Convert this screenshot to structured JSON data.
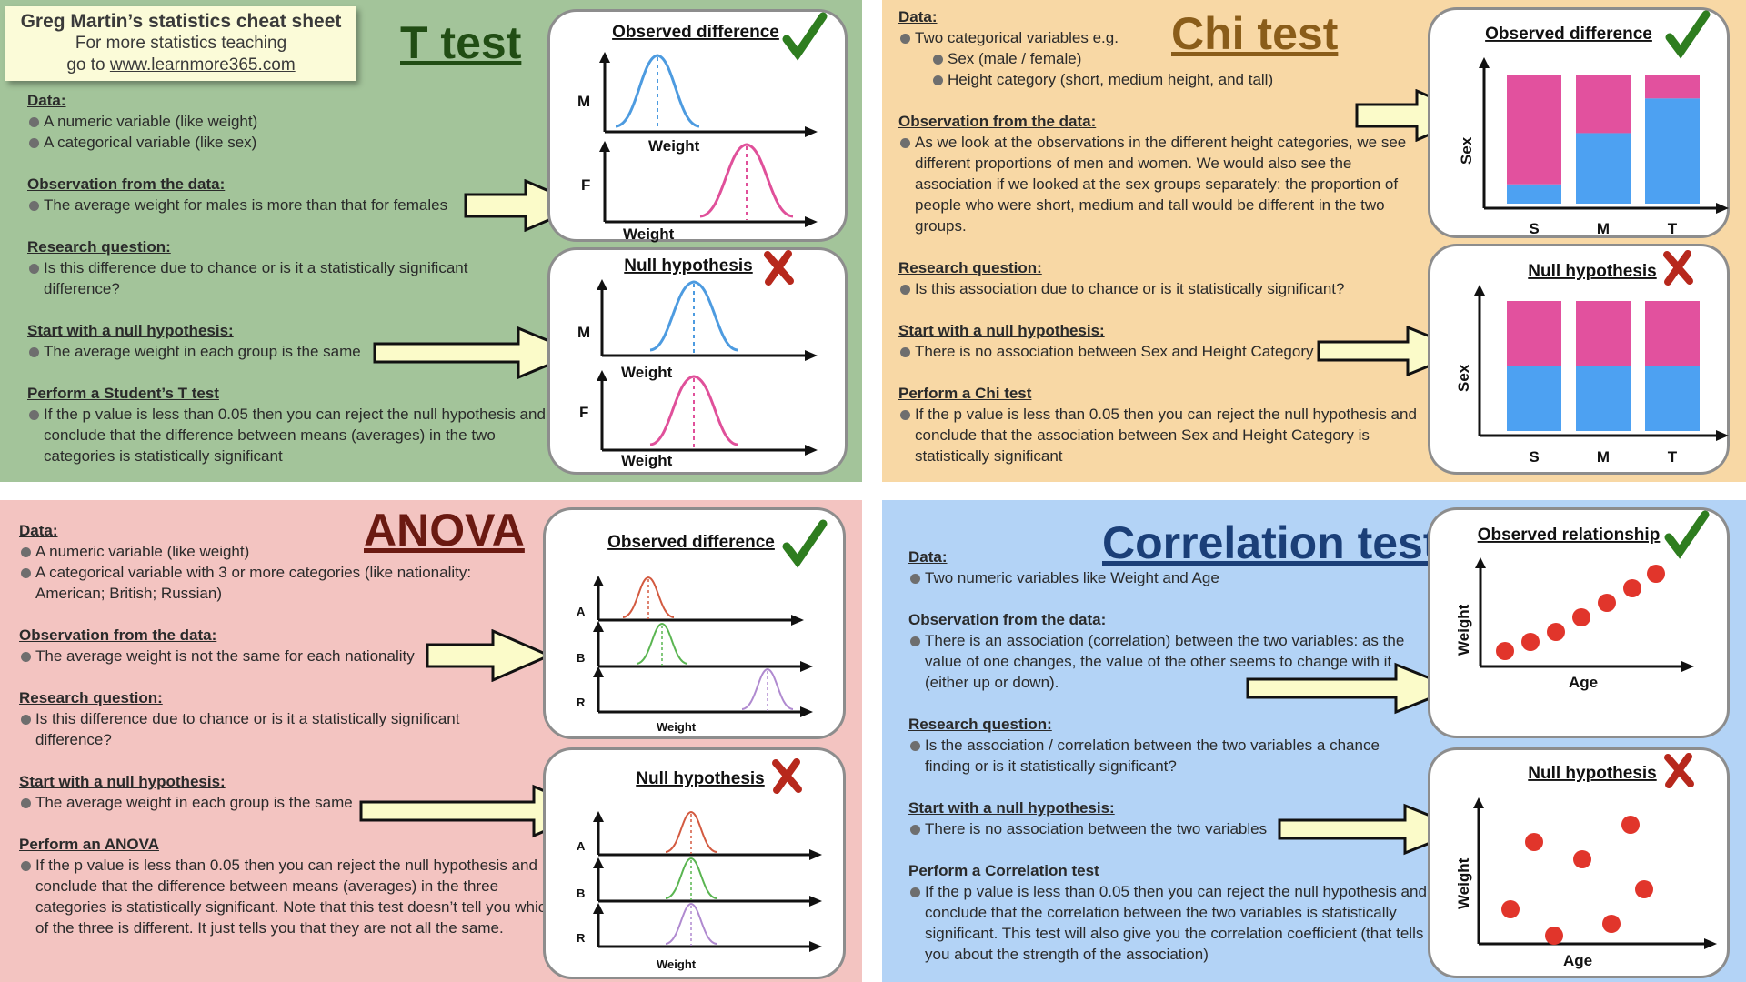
{
  "header": {
    "title": "Greg Martin’s statistics cheat sheet",
    "line2": "For more statistics teaching",
    "line3_prefix": "go to ",
    "link": "www.learnmore365.com"
  },
  "ttest": {
    "title": "T test",
    "data_head": "Data:",
    "data_items": [
      "A numeric variable (like weight)",
      "A categorical variable (like sex)"
    ],
    "obs_head": "Observation from the data:",
    "obs_item": "The average weight for males is more than that for females",
    "rq_head": "Research question:",
    "rq_item": "Is this difference due to chance or is it a statistically significant difference?",
    "null_head": "Start with a null hypothesis:",
    "null_item": "The average weight in each group is the same",
    "perform_head": "Perform a Student’s T test",
    "perform_item": "If the p value is less than 0.05 then you can reject the null hypothesis and conclude that the difference between means (averages) in the two categories is statistically significant",
    "obs_card": {
      "title": "Observed difference",
      "label_top": "M",
      "label_bottom": "F",
      "axis": "Weight"
    },
    "null_card": {
      "title": "Null hypothesis",
      "label_top": "M",
      "label_bottom": "F",
      "axis": "Weight"
    }
  },
  "chi": {
    "title": "Chi test",
    "data_head": "Data:",
    "data_item": "Two categorical variables e.g.",
    "data_sub": [
      "Sex (male / female)",
      "Height category (short, medium height, and tall)"
    ],
    "obs_head": "Observation from the data:",
    "obs_item": "As we look at the observations in the different height categories, we see different proportions of men and women. We would also see the association if we looked at the sex groups separately: the proportion of people who were short, medium and tall would be different in the two groups.",
    "rq_head": "Research question:",
    "rq_item": "Is this association due to chance or is it statistically significant?",
    "null_head": "Start with a null hypothesis:",
    "null_item": "There is no association between Sex and Height Category",
    "perform_head": "Perform a Chi test",
    "perform_item": "If the p value is less than 0.05 then you can reject the null hypothesis and conclude that the association between Sex and Height Category is statistically significant",
    "obs_card": {
      "title": "Observed difference",
      "ylabel": "Sex",
      "categories": [
        "S",
        "M",
        "T"
      ],
      "blue_share": [
        0.15,
        0.55,
        0.82
      ]
    },
    "null_card": {
      "title": "Null hypothesis",
      "ylabel": "Sex",
      "categories": [
        "S",
        "M",
        "T"
      ],
      "blue_share": [
        0.5,
        0.5,
        0.5
      ]
    },
    "colors": {
      "blue": "#4da1f2",
      "pink": "#e2519e"
    }
  },
  "anova": {
    "title": "ANOVA",
    "data_head": "Data:",
    "data_items": [
      "A numeric variable (like weight)",
      "A categorical variable with 3 or more categories (like nationality: American; British; Russian)"
    ],
    "obs_head": "Observation from the data:",
    "obs_item": "The average weight is not the same for each nationality",
    "rq_head": "Research question:",
    "rq_item": "Is this difference due to chance or is it a statistically significant difference?",
    "null_head": "Start with a null hypothesis:",
    "null_item": "The average weight in each group is the same",
    "perform_head": "Perform an ANOVA",
    "perform_item": "If the p value is less than 0.05 then you can reject the null hypothesis and conclude that the difference between means (averages) in the three categories is statistically significant. Note that this test doesn’t tell you which of the three is different. It just tells you that they are not all the same.",
    "obs_card": {
      "title": "Observed difference",
      "labels": [
        "A",
        "B",
        "R"
      ],
      "axis": "Weight"
    },
    "null_card": {
      "title": "Null hypothesis",
      "labels": [
        "A",
        "B",
        "R"
      ],
      "axis": "Weight"
    }
  },
  "corr": {
    "title": "Correlation test",
    "data_head": "Data:",
    "data_item": "Two numeric variables like Weight and Age",
    "obs_head": "Observation from the data:",
    "obs_item": "There is an association (correlation) between the two variables: as the value of one changes, the value of the other seems to change with it (either up or down).",
    "rq_head": "Research question:",
    "rq_item": "Is the association / correlation between the two variables a chance finding or is it statistically significant?",
    "null_head": "Start with a null hypothesis:",
    "null_item": "There is no association between the two variables",
    "perform_head": "Perform a Correlation test",
    "perform_item": "If the p value is less than 0.05 then you can reject the null hypothesis and conclude that the correlation between the two variables is statistically significant. This test will also give you the correlation coefficient (that tells you about the strength of the association)",
    "obs_card": {
      "title": "Observed relationship",
      "xlabel": "Age",
      "ylabel": "Weight"
    },
    "null_card": {
      "title": "Null hypothesis",
      "xlabel": "Age",
      "ylabel": "Weight"
    }
  },
  "colors": {
    "check": "#2e7d1f",
    "cross": "#b7281c",
    "arrow_fill": "#fbfbc9",
    "dot": "#e1352b",
    "blue_curve": "#4d9be0",
    "pink_curve": "#e0509a",
    "red_curve": "#d35a40",
    "green_curve": "#5ab551",
    "purple_curve": "#b08ad0"
  }
}
